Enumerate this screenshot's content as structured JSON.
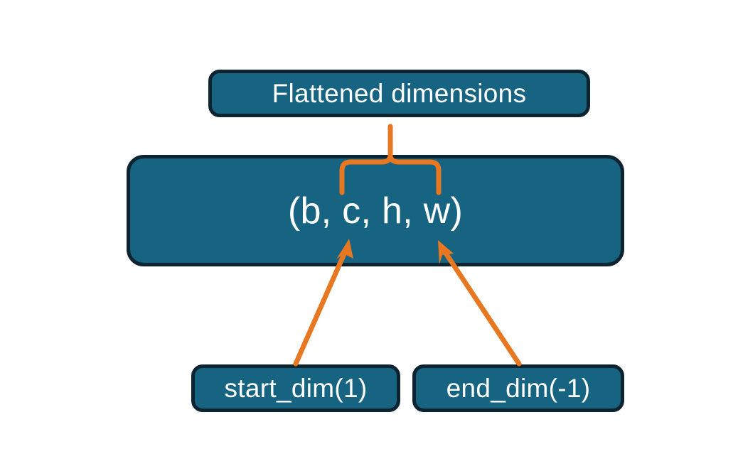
{
  "diagram": {
    "title_node": {
      "label": "Flattened dimensions",
      "name": "flattened-dimensions-box"
    },
    "shape_node": {
      "label": "(b, c, h, w)",
      "name": "tensor-shape-box"
    },
    "start_dim_node": {
      "label": "start_dim(1)",
      "name": "start-dim-box"
    },
    "end_dim_node": {
      "label": "end_dim(-1)",
      "name": "end-dim-box"
    },
    "connectors": {
      "brace": "curly-brace-spanning-c-h-w",
      "start_dim_arrow": "arrow-from-start-dim-to-c",
      "end_dim_arrow": "arrow-from-end-dim-to-w"
    },
    "colors": {
      "box_fill": "#166482",
      "box_border": "#0d2430",
      "text": "#ffffff",
      "accent_orange": "#e87722",
      "background": "#ffffff"
    }
  }
}
